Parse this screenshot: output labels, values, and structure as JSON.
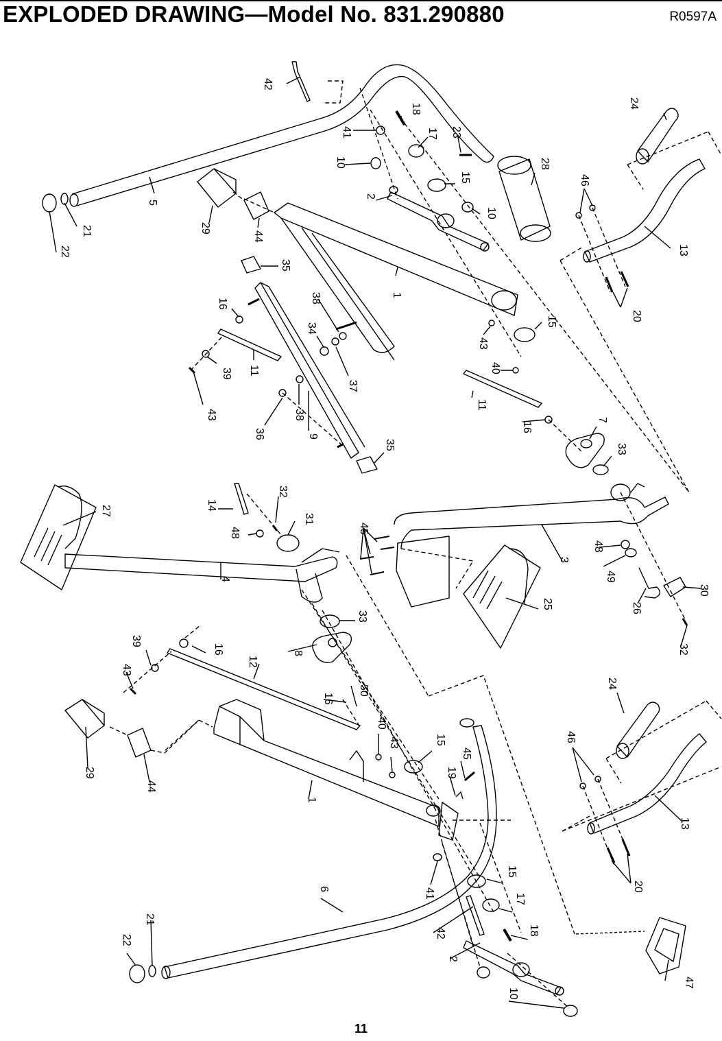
{
  "header": {
    "title": "EXPLODED DRAWING—Model No. 831.290880",
    "ref_code": "R0597A"
  },
  "footer": {
    "page_number": "11"
  },
  "callouts": [
    "42",
    "18",
    "41",
    "17",
    "23",
    "24",
    "10",
    "15",
    "28",
    "46",
    "5",
    "2",
    "10",
    "13",
    "29",
    "44",
    "21",
    "22",
    "35",
    "1",
    "38",
    "15",
    "16",
    "20",
    "34",
    "43",
    "40",
    "39",
    "11",
    "37",
    "11",
    "43",
    "38",
    "16",
    "7",
    "36",
    "9",
    "33",
    "35",
    "32",
    "14",
    "27",
    "31",
    "45",
    "48",
    "48",
    "3",
    "4",
    "49",
    "30",
    "25",
    "26",
    "33",
    "32",
    "39",
    "16",
    "8",
    "12",
    "43",
    "16",
    "50",
    "24",
    "46",
    "29",
    "44",
    "40",
    "43",
    "15",
    "45",
    "19",
    "1",
    "13",
    "41",
    "15",
    "20",
    "17",
    "6",
    "21",
    "22",
    "42",
    "18",
    "2",
    "10",
    "47"
  ]
}
